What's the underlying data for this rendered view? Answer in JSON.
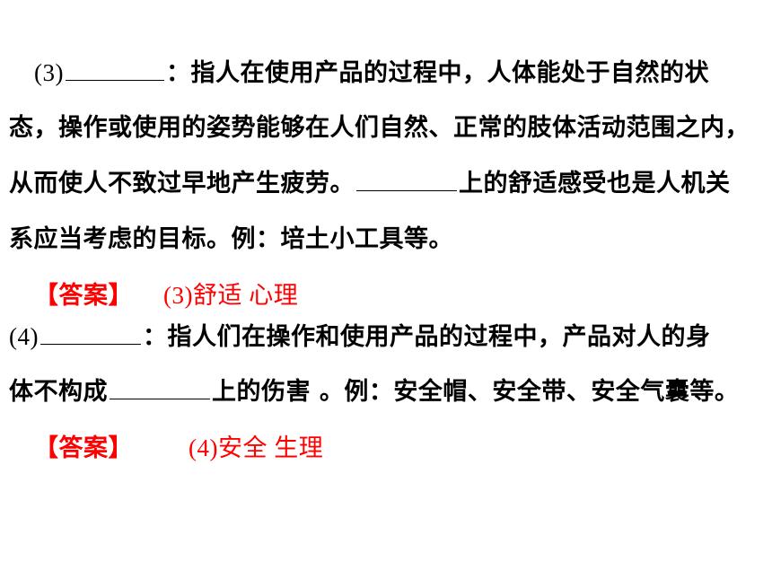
{
  "q3": {
    "number": "(3)",
    "line1_after": "：指人在使用产品的过程中，人体能处于自然的状",
    "line2": "态，操作或使用的姿势能够在人们自然、正常的肢体活动范围之内，",
    "line3_before": "从而使人不致过早地产生疲劳。",
    "line3_after": "上的舒适感受也是人机关",
    "line4": "系应当考虑的目标。例：培土小工具等。",
    "answer_label": "【答案】",
    "answer_text": "(3)舒适 心理"
  },
  "q4": {
    "number": "(4)",
    "line1_after": "：指人们在操作和使用产品的过程中，产品对人的身",
    "line2_before": "体不构成",
    "line2_after": "上的伤害 。例：安全帽、安全带、安全气囊等。",
    "answer_label": "【答案】",
    "answer_text": "(4)安全  生理"
  },
  "colors": {
    "text": "#000000",
    "answer": "#ff0000"
  }
}
